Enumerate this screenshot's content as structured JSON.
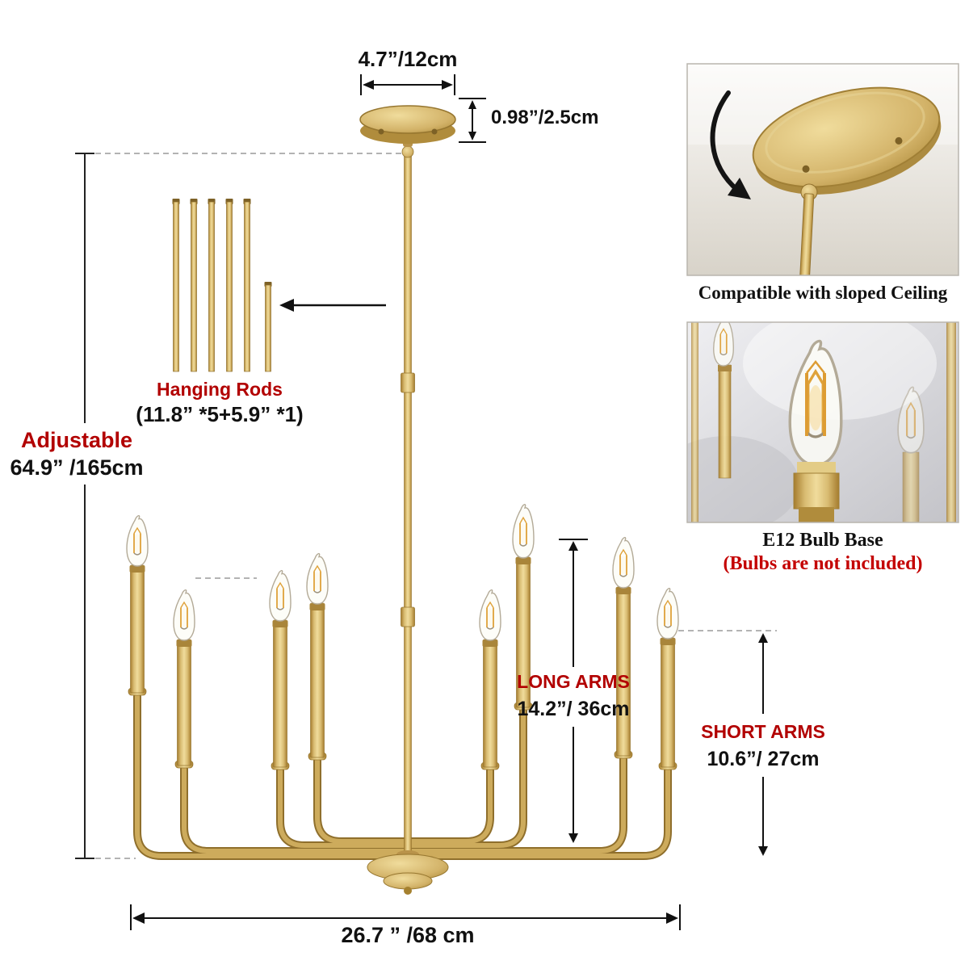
{
  "labels": {
    "canopy_width": "4.7”/12cm",
    "canopy_height": "0.98”/2.5cm",
    "adjustable": "Adjustable",
    "adjustable_value": "64.9” /165cm",
    "hanging_rods": "Hanging Rods",
    "hanging_rods_spec": "(11.8” *5+5.9” *1)",
    "long_arms": "LONG ARMS",
    "long_arms_value": "14.2”/ 36cm",
    "short_arms": "SHORT ARMS",
    "short_arms_value": "10.6”/ 27cm",
    "overall_width": "26.7 ” /68 cm",
    "sloped_ceiling_caption": "Compatible with sloped Ceiling",
    "bulb_base_caption": "E12 Bulb Base",
    "bulbs_note": "(Bulbs are not included)"
  },
  "colors": {
    "gold": "#c9a254",
    "accent_red": "#b20000"
  }
}
